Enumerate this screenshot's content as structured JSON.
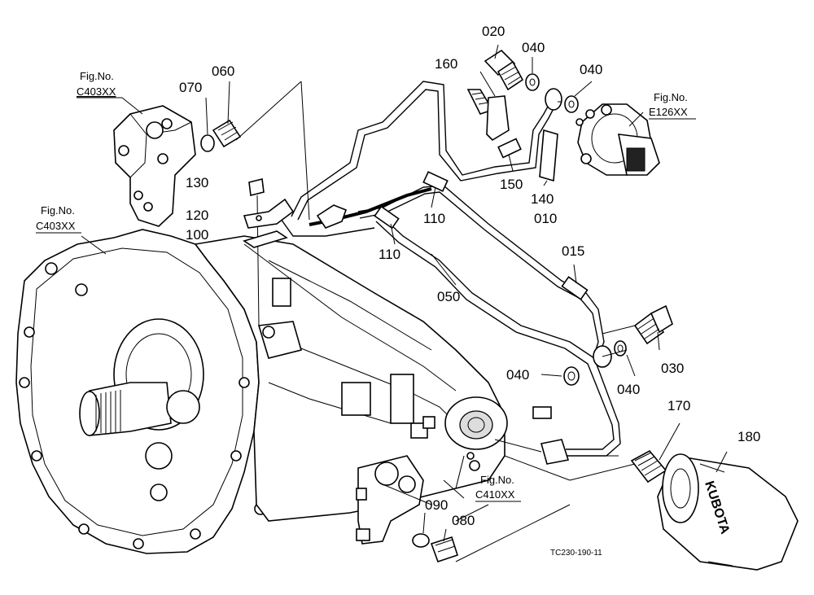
{
  "parts": {
    "p020": "020",
    "p040a": "040",
    "p040b": "040",
    "p160": "160",
    "p070": "070",
    "p060": "060",
    "p130": "130",
    "p120": "120",
    "p100": "100",
    "p110a": "110",
    "p110b": "110",
    "p150": "150",
    "p140": "140",
    "p010": "010",
    "p015": "015",
    "p050": "050",
    "p030": "030",
    "p040c": "040",
    "p040d": "040",
    "p170": "170",
    "p180": "180",
    "p090": "090",
    "p080": "080"
  },
  "figrefs": {
    "c403_top": {
      "label": "Fig.No.",
      "code": "C403XX"
    },
    "c403_left": {
      "label": "Fig.No.",
      "code": "C403XX"
    },
    "e126": {
      "label": "Fig.No.",
      "code": "E126XX"
    },
    "c410": {
      "label": "Fig.No.",
      "code": "C410XX"
    }
  },
  "filter_brand": "KUBOTA",
  "drawing_code": "TC230-190-11"
}
